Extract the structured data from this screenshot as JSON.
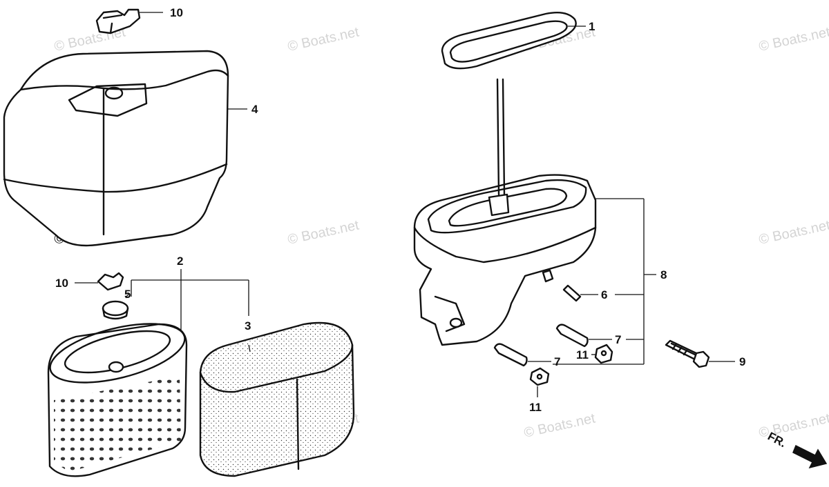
{
  "diagram": {
    "callouts": {
      "gasket": "1",
      "filter_element": "2",
      "foam_element": "3",
      "air_cleaner_cover": "4",
      "grommet": "5",
      "pin": "6",
      "collar": "7",
      "air_cleaner_case": "8",
      "flange_bolt": "9",
      "wing_nut": "10",
      "flange_nut": "11"
    },
    "watermark": "© Boats.net",
    "direction_label": "FR."
  }
}
